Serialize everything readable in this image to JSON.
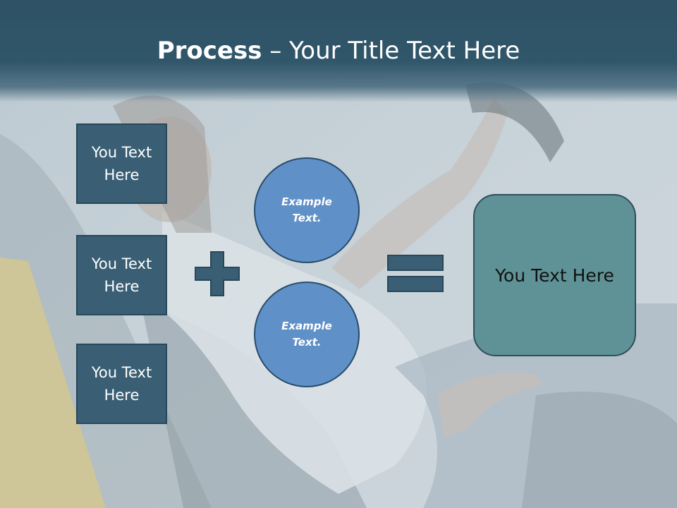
{
  "slide": {
    "title_bold": "Process",
    "title_rest": " – Your Title Text Here"
  },
  "left_boxes": [
    {
      "text": "You Text Here"
    },
    {
      "text": "You Text Here"
    },
    {
      "text": "You Text Here"
    }
  ],
  "circles": [
    {
      "text": "Example Text."
    },
    {
      "text": "Example Text."
    }
  ],
  "operators": {
    "plus": "plus-icon",
    "equals": "equals-icon"
  },
  "result": {
    "text": "You Text Here"
  },
  "colors": {
    "title_band": "#30566a",
    "left_box": "#3a5f74",
    "circle": "#5f90c8",
    "result_box": "#5f9296",
    "operator": "#3a5f74"
  }
}
